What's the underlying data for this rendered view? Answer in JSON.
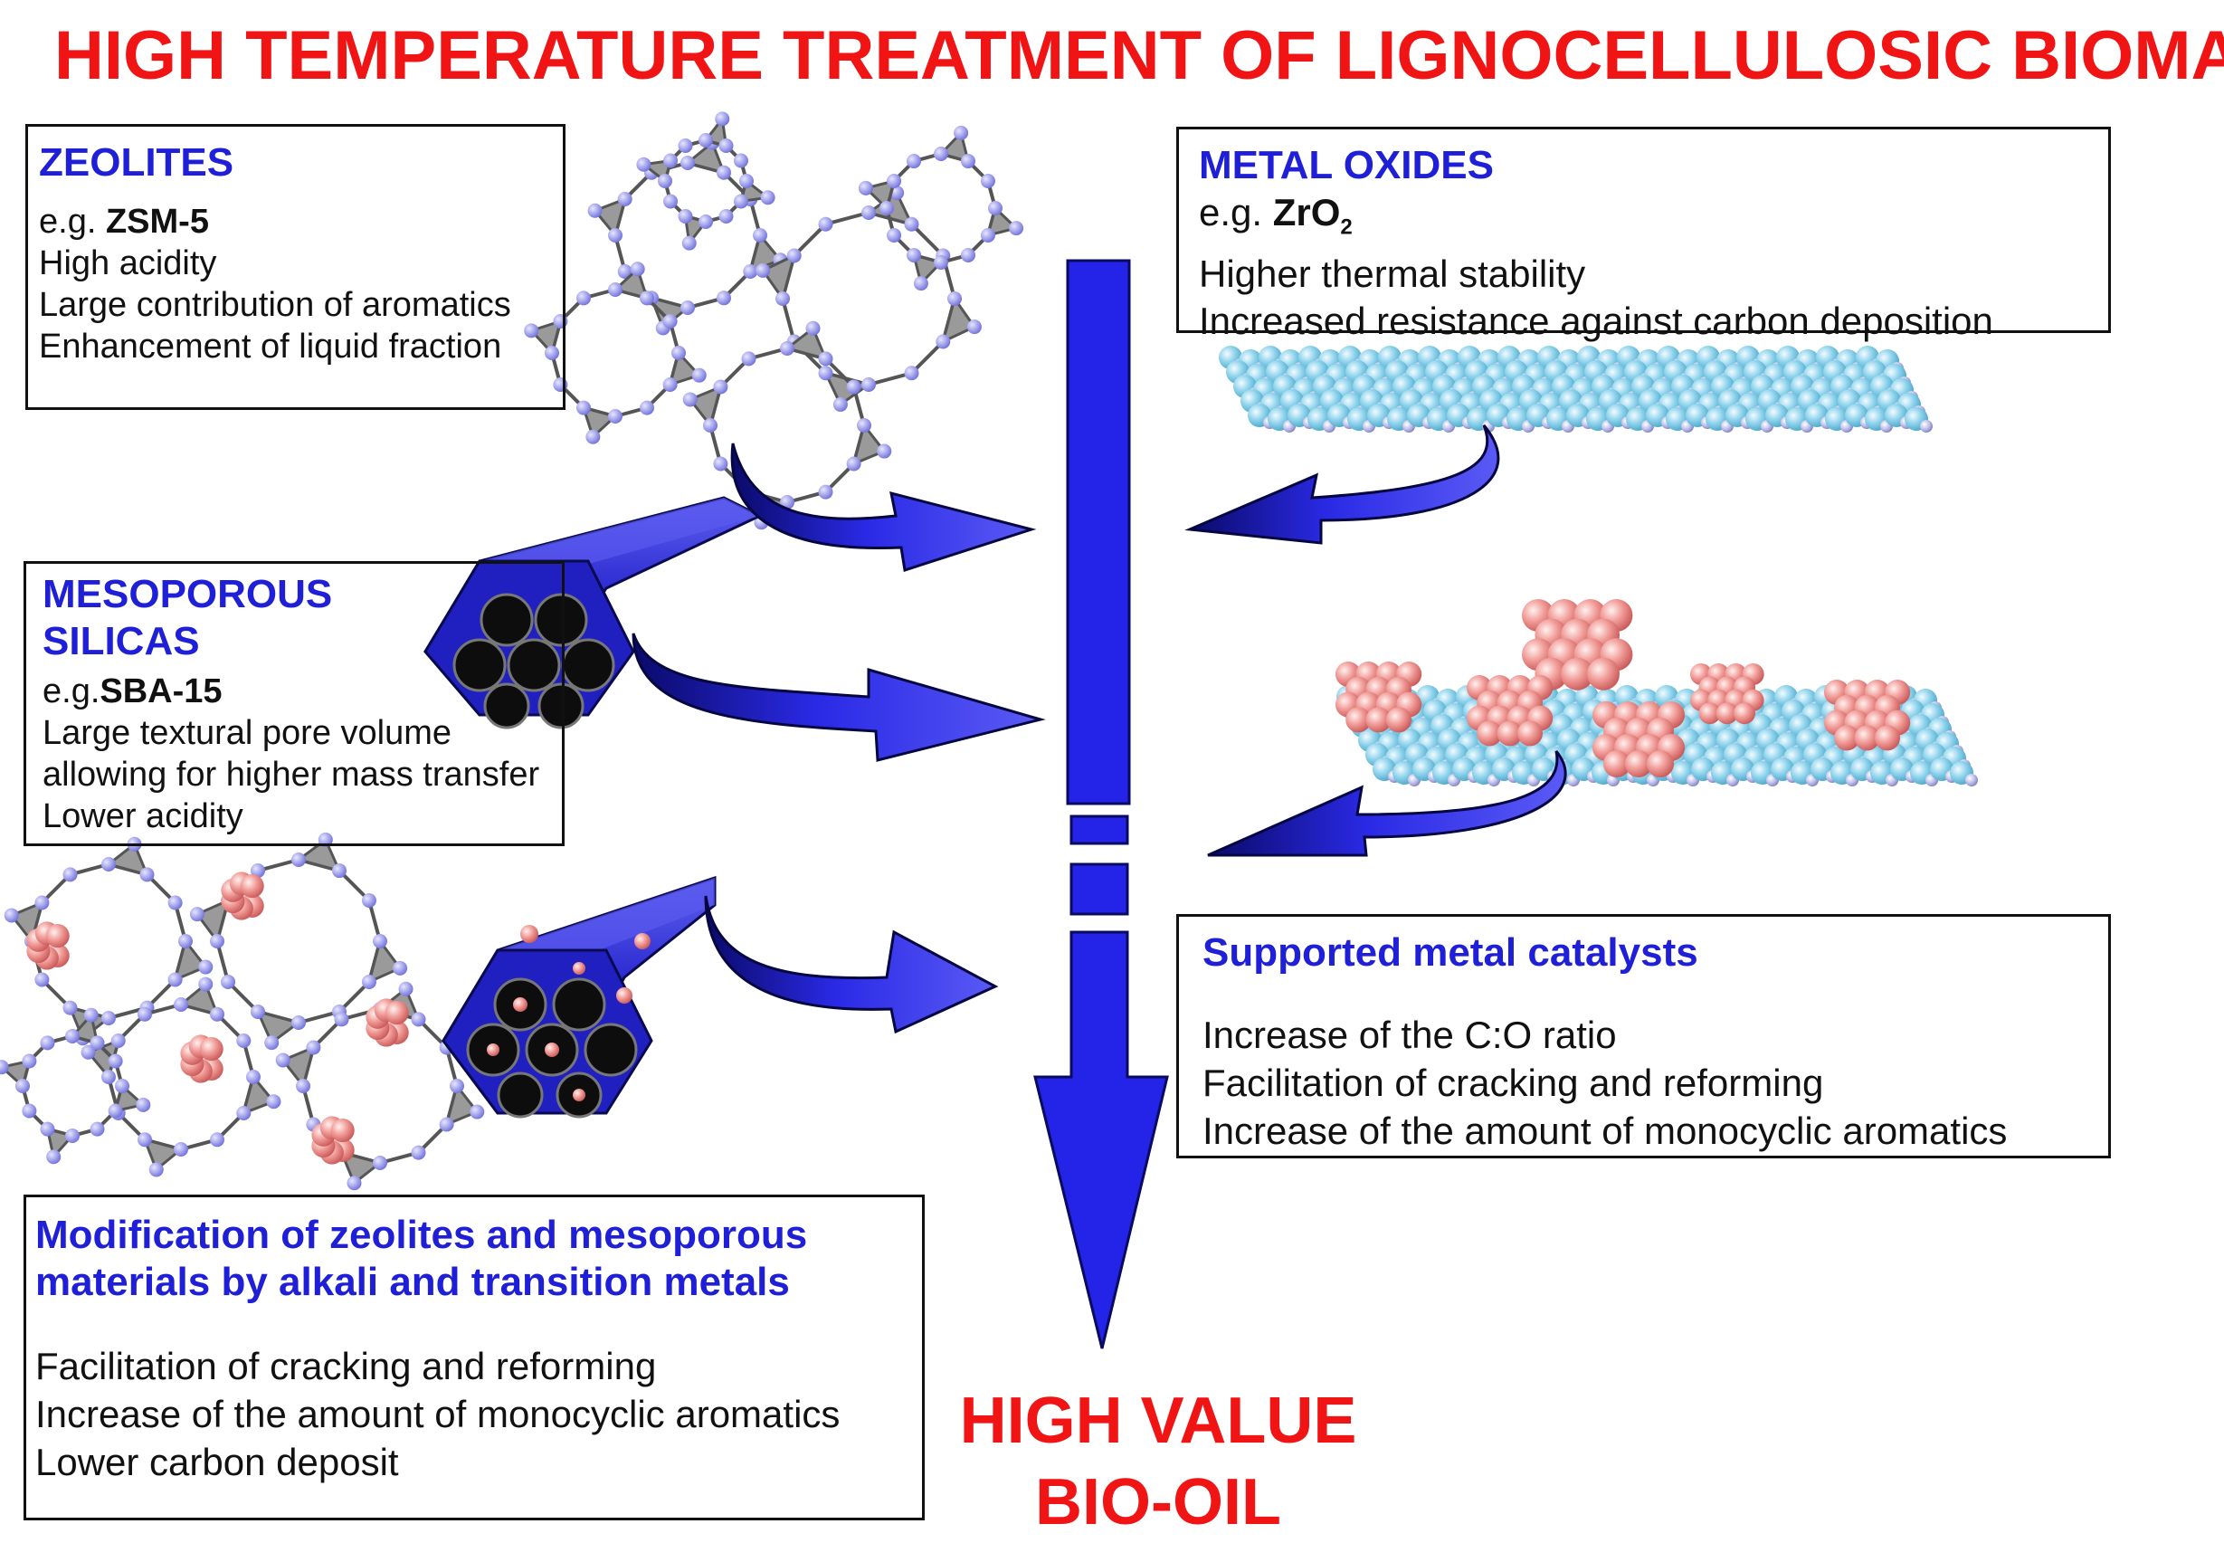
{
  "title": "HIGH TEMPERATURE TREATMENT OF LIGNOCELLULOSIC BIOMASS",
  "zeolites": {
    "heading": "ZEOLITES",
    "eg_prefix": "e.g. ",
    "eg_value": "ZSM-5",
    "lines": [
      "High acidity",
      "Large contribution of aromatics",
      "Enhancement of liquid fraction"
    ]
  },
  "metal_oxides": {
    "heading": "METAL OXIDES",
    "eg_prefix": "e.g. ",
    "eg_value": "ZrO",
    "eg_sub": "2",
    "lines": [
      "Higher thermal stability",
      "Increased resistance against carbon deposition"
    ]
  },
  "mesoporous": {
    "heading_1": "MESOPOROUS",
    "heading_2": "SILICAS",
    "eg_prefix": "e.g.",
    "eg_value": "SBA-15",
    "lines": [
      "Large textural pore volume",
      "allowing for higher mass transfer",
      "Lower acidity"
    ]
  },
  "supported_metal": {
    "heading": "Supported metal catalysts",
    "lines": [
      "Increase of the C:O ratio",
      "Facilitation of cracking and reforming",
      "Increase of the amount of monocyclic aromatics"
    ]
  },
  "modification": {
    "heading_1": "Modification of zeolites and mesoporous",
    "heading_2": "materials by alkali and transition metals",
    "lines": [
      "Facilitation of cracking and reforming",
      "Increase of the amount of monocyclic aromatics",
      "Lower carbon deposit"
    ]
  },
  "result": {
    "line_1": "HIGH VALUE",
    "line_2": "BIO-OIL"
  },
  "colors": {
    "title_red": "#f01414",
    "heading_blue": "#1f1fd8",
    "arrow_blue": "#2424e8",
    "lattice_node": "#8f8fe8",
    "oxide_sphere": "#8fd3ec",
    "metal_cluster": "#f08a8a"
  }
}
